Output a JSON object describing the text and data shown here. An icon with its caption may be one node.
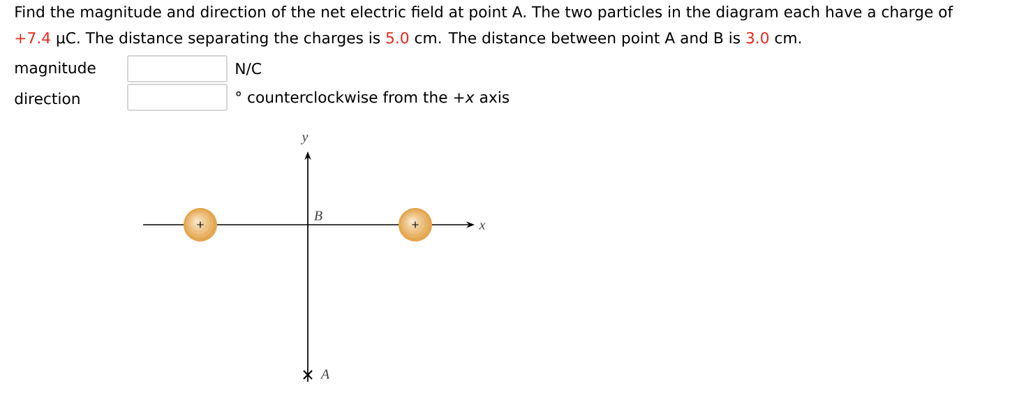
{
  "diagram": {
    "nodes": [
      {
        "text": [
          "+"
        ]
      },
      {
        "text": [
          "+"
        ]
      }
    ],
    "labels": [
      "Find the magnitude and direction of the net electric field at point A. The two particles in the diagram each have a charge of",
      "+7.4",
      "μC. The distance separating the charges is",
      "5.0",
      "cm. The distance between point A and B is",
      "3.0",
      "cm.",
      "magnitude",
      "N/C",
      "direction",
      "° counterclockwise from the +*x* axis",
      "y",
      "B",
      "x",
      "A"
    ]
  }
}
